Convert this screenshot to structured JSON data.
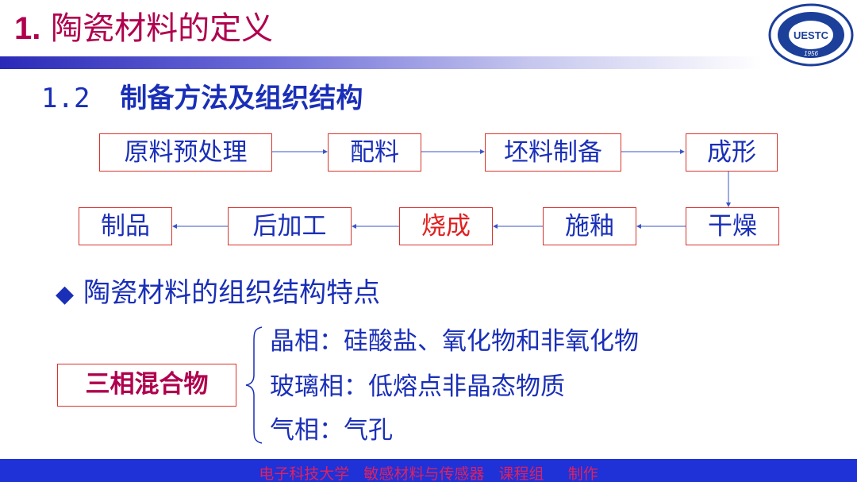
{
  "header": {
    "number": "1.",
    "title": "陶瓷材料的定义",
    "logo_text": "UESTC",
    "logo_year": "1956"
  },
  "subtitle": {
    "number": "1.2",
    "text": "制备方法及组织结构"
  },
  "flow": {
    "row1": [
      "原料预处理",
      "配料",
      "坯料制备",
      "成形"
    ],
    "row2": [
      "制品",
      "后加工",
      "烧成",
      "施釉",
      "干燥"
    ]
  },
  "structure": {
    "bullet": "◆",
    "heading": "陶瓷材料的组织结构特点",
    "summary": "三相混合物",
    "phases": [
      "晶相：硅酸盐、氧化物和非氧化物",
      "玻璃相：低熔点非晶态物质",
      "气相：气孔"
    ]
  },
  "footer": {
    "text": "电子科技大学   敏感材料与传感器   课程组     制作"
  },
  "colors": {
    "title": "#b0004e",
    "text_blue": "#1a2fb8",
    "box_border": "#d8342c",
    "highlight_red": "#e02020",
    "footer_bar": "#1e32d8"
  }
}
